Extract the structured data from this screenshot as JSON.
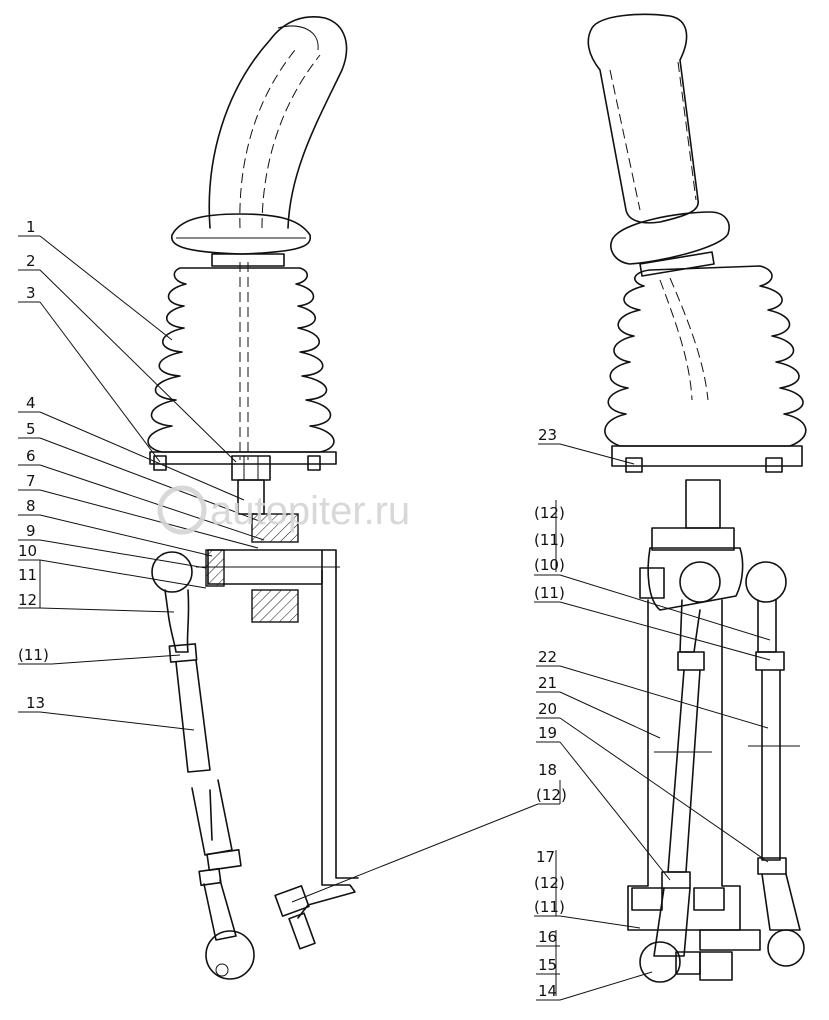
{
  "watermark": "autopiter.ru",
  "left_view": {
    "callouts": [
      {
        "id": "c1",
        "label": "1"
      },
      {
        "id": "c2",
        "label": "2"
      },
      {
        "id": "c3",
        "label": "3"
      },
      {
        "id": "c4",
        "label": "4"
      },
      {
        "id": "c5",
        "label": "5"
      },
      {
        "id": "c6",
        "label": "6"
      },
      {
        "id": "c7",
        "label": "7"
      },
      {
        "id": "c8",
        "label": "8"
      },
      {
        "id": "c9",
        "label": "9"
      },
      {
        "id": "c10",
        "label": "10"
      },
      {
        "id": "c11",
        "label": "11"
      },
      {
        "id": "c12",
        "label": "12"
      },
      {
        "id": "c11b",
        "label": "(11)"
      },
      {
        "id": "c13",
        "label": "13"
      },
      {
        "id": "c18",
        "label": "18"
      },
      {
        "id": "c12b",
        "label": "(12)"
      }
    ]
  },
  "right_view": {
    "callouts": [
      {
        "id": "c23",
        "label": "23"
      },
      {
        "id": "r12",
        "label": "(12)"
      },
      {
        "id": "r11",
        "label": "(11)"
      },
      {
        "id": "r10",
        "label": "(10)"
      },
      {
        "id": "r11b",
        "label": "(11)"
      },
      {
        "id": "c22",
        "label": "22"
      },
      {
        "id": "c21",
        "label": "21"
      },
      {
        "id": "c20",
        "label": "20"
      },
      {
        "id": "c19",
        "label": "19"
      },
      {
        "id": "c17",
        "label": "17"
      },
      {
        "id": "r12b",
        "label": "(12)"
      },
      {
        "id": "r11c",
        "label": "(11)"
      },
      {
        "id": "c16",
        "label": "16"
      },
      {
        "id": "c15",
        "label": "15"
      },
      {
        "id": "c14",
        "label": "14"
      }
    ]
  }
}
